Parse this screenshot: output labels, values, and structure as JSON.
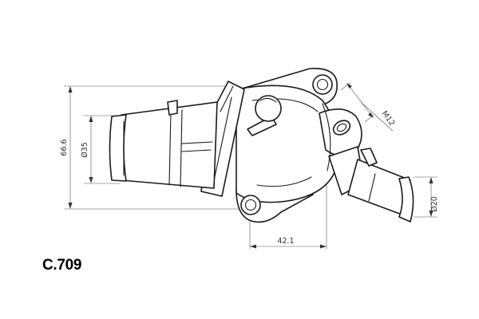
{
  "part_code": "C.709",
  "dimensions": {
    "height_total": "66.6",
    "inlet_diameter": "Ø35",
    "offset_horizontal": "42.1",
    "thread": "M12",
    "outlet_diameter": "Ø20"
  }
}
